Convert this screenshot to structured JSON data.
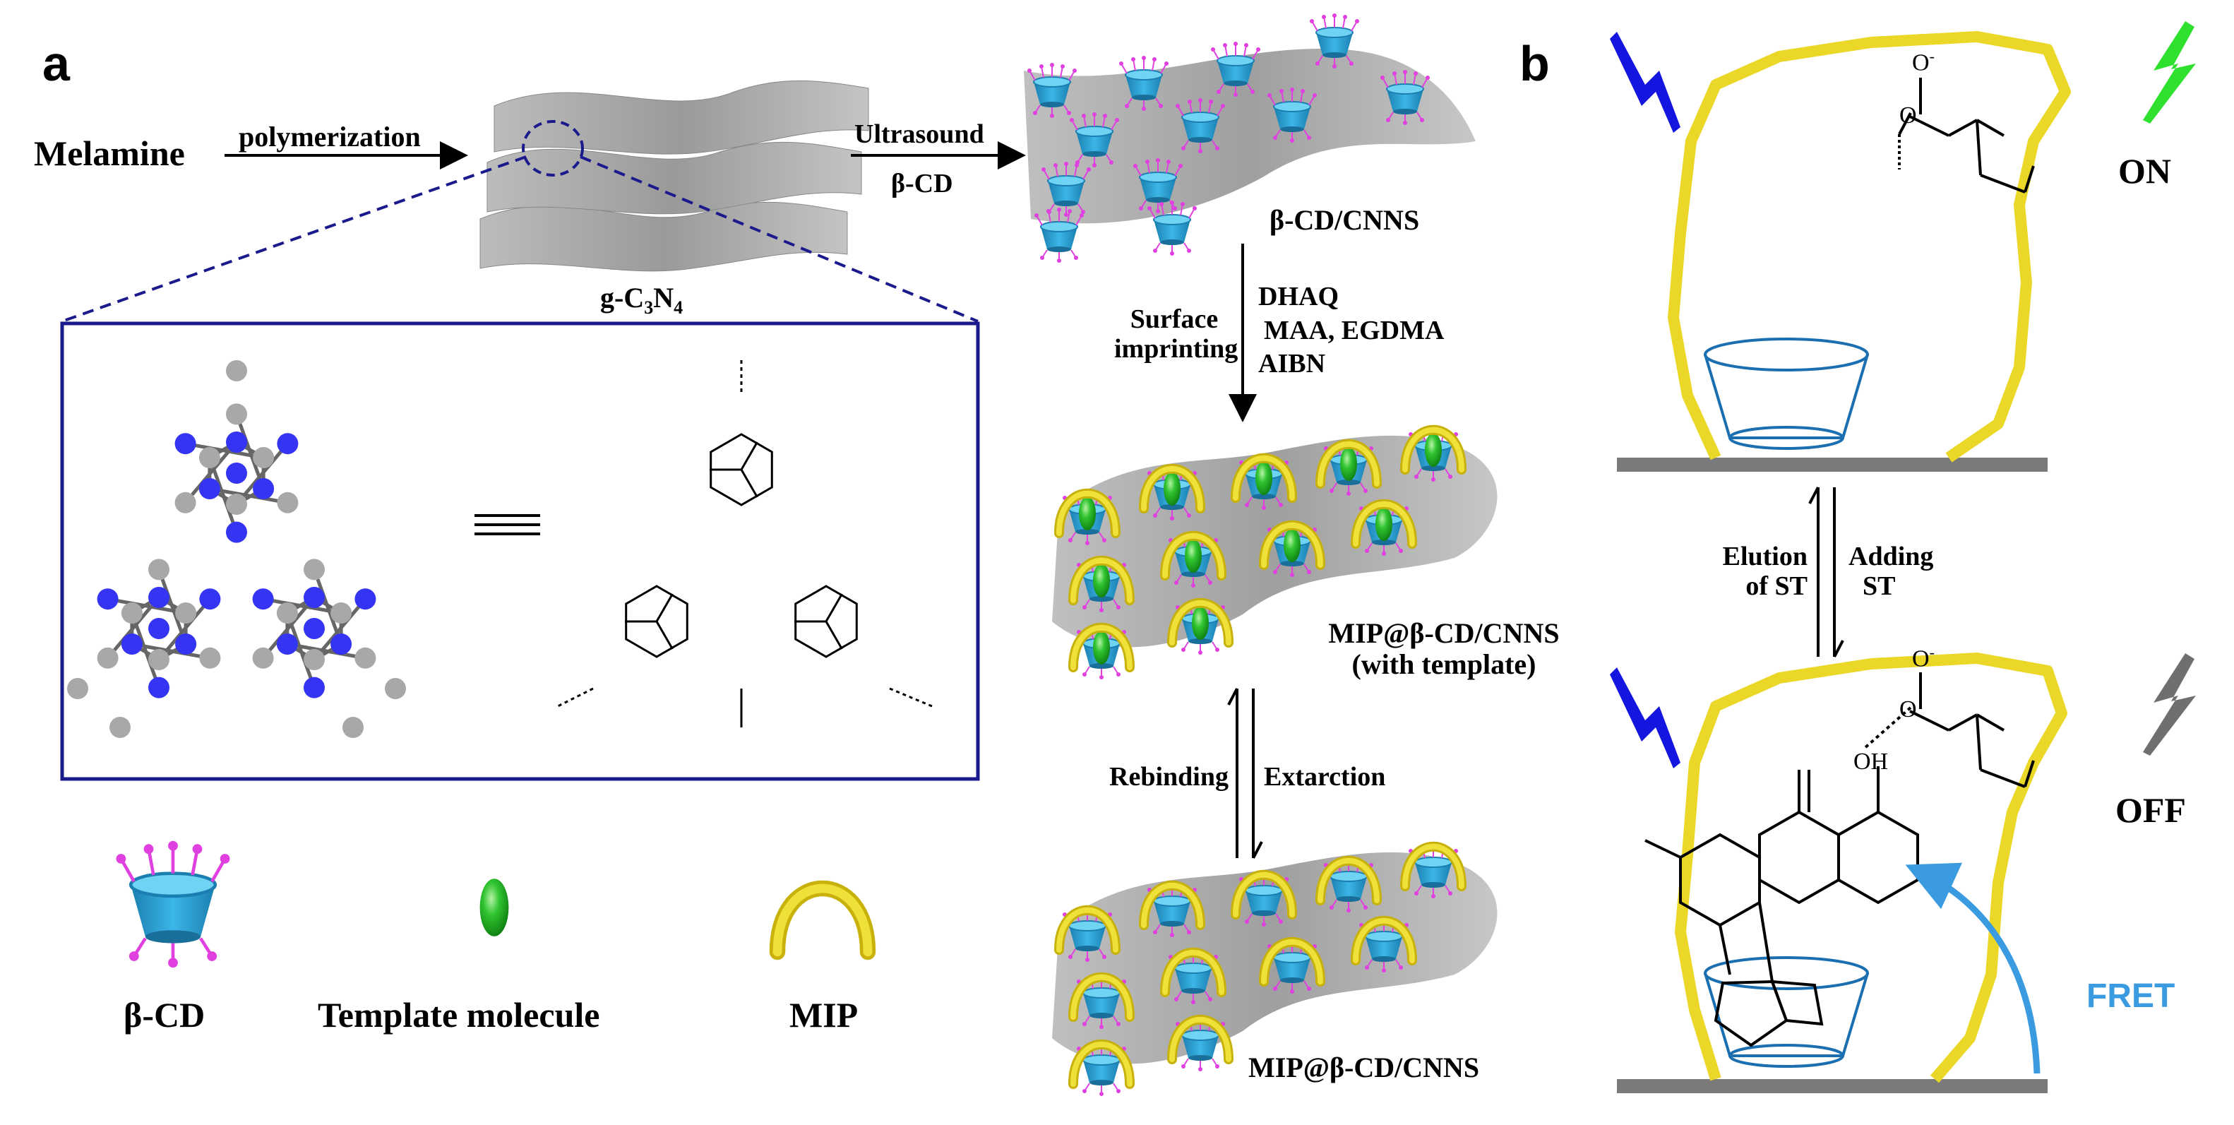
{
  "panels": {
    "a": "a",
    "b": "b"
  },
  "flow": {
    "melamine": "Melamine",
    "polymerization": "polymerization",
    "gc3n4": {
      "main": "g-C",
      "sub1": "3",
      "mid": "N",
      "sub2": "4"
    },
    "ultrasound": "Ultrasound",
    "beta_cd_reagent": "β-CD",
    "bcd_cnns": "β-CD/CNNS",
    "surface": "Surface",
    "imprinting": "imprinting",
    "reagents": [
      "DHAQ",
      "MAA, EGDMA",
      "AIBN"
    ],
    "mip_with_template_1": "MIP@β-CD/CNNS",
    "mip_with_template_2": "(with template)",
    "rebinding": "Rebinding",
    "extraction": "Extarction",
    "mip_final": "MIP@β-CD/CNNS"
  },
  "legend": {
    "beta_cd": "β-CD",
    "template": "Template molecule",
    "mip": "MIP"
  },
  "panel_b": {
    "on": "ON",
    "off": "OFF",
    "elution_1": "Elution",
    "elution_2": "of ST",
    "adding_1": "Adding",
    "adding_2": "ST",
    "fret": "FRET",
    "chem_o_minus": "O",
    "chem_minus": "-",
    "chem_o": "O",
    "chem_oh": "OH"
  },
  "colors": {
    "sheet": "#a9a9a9",
    "cup": "#2ea6d8",
    "cup_rim": "#57c7ef",
    "pins": "#e040e0",
    "template": "#1fb51f",
    "mip": "#e8d220",
    "scheme_box": "#1a1a8c",
    "bolt_blue": "#1515e0",
    "bolt_green": "#2fe02f",
    "bolt_gray": "#6f6f6f",
    "fret": "#3a9be0",
    "atom_n": "#3434f2",
    "atom_c": "#a8a8a8"
  }
}
